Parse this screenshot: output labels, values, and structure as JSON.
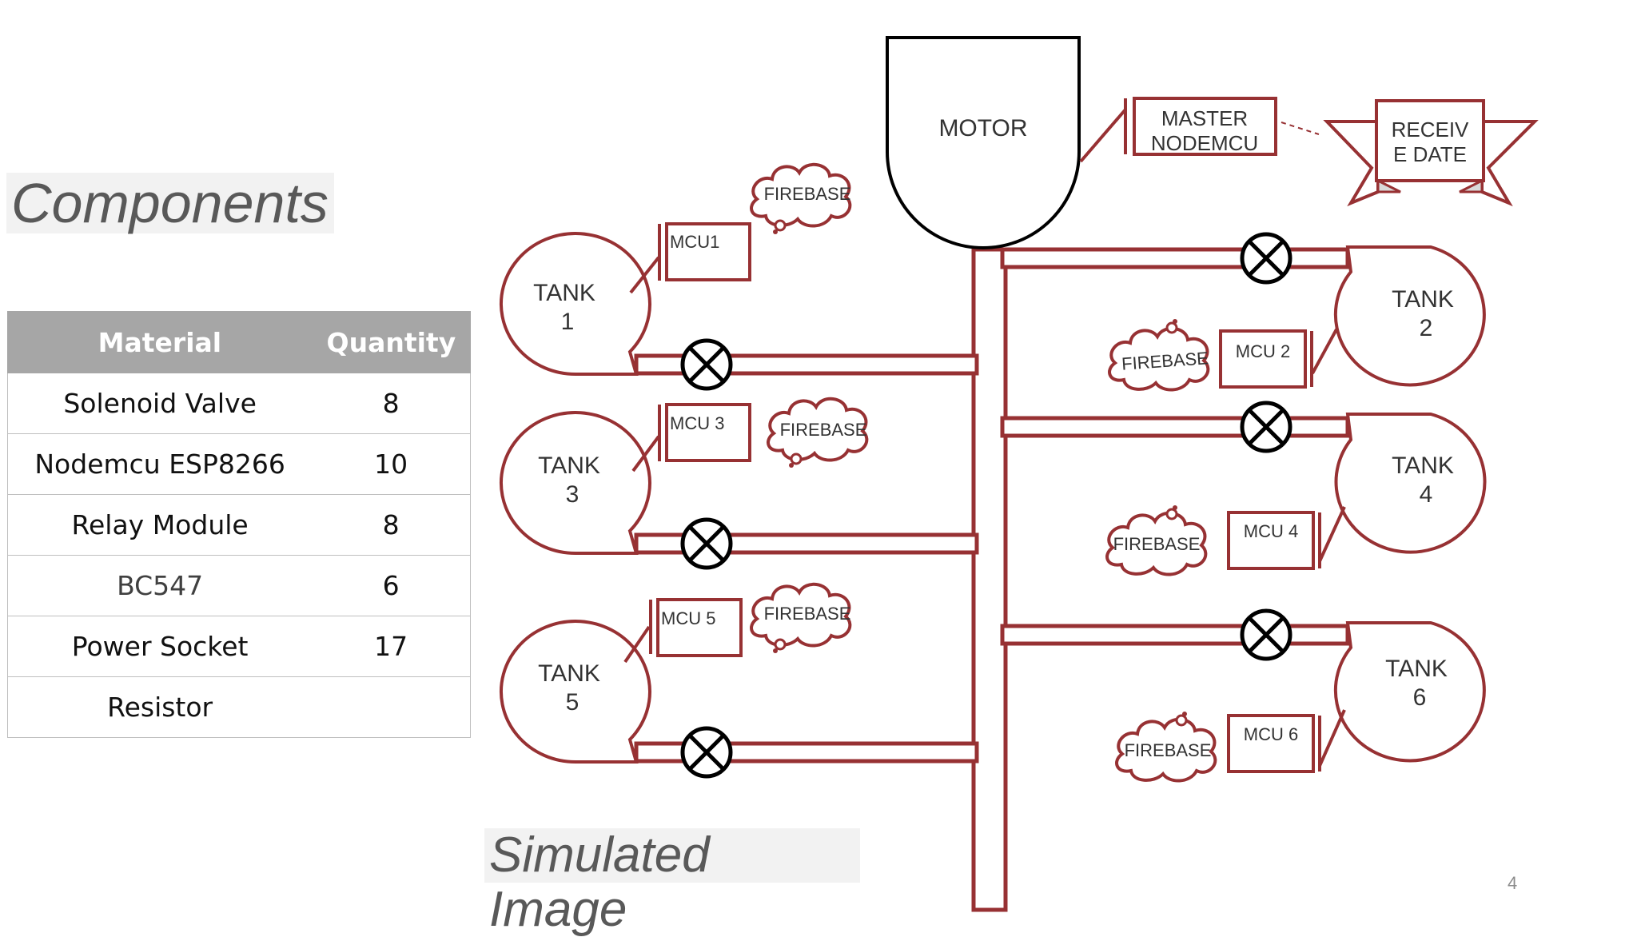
{
  "headings": {
    "components": "Components",
    "simulated": "Simulated Image"
  },
  "table": {
    "headers": [
      "Material",
      "Quantity"
    ],
    "rows": [
      {
        "material": "Solenoid Valve",
        "quantity": "8"
      },
      {
        "material": "Nodemcu ESP8266",
        "quantity": "10"
      },
      {
        "material": "Relay Module",
        "quantity": "8"
      },
      {
        "material": "BC547",
        "quantity": "6"
      },
      {
        "material": "Power Socket",
        "quantity": "17"
      },
      {
        "material": "Resistor",
        "quantity": ""
      }
    ]
  },
  "diagram": {
    "motor": "MOTOR",
    "master": [
      "MASTER",
      "NODEMCU"
    ],
    "receive": [
      "RECEIV",
      "E DATE"
    ],
    "firebase": "FIREBASE",
    "tanks": [
      {
        "name": "TANK",
        "number": "1",
        "mcu": "MCU1"
      },
      {
        "name": "TANK",
        "number": "2",
        "mcu": "MCU 2"
      },
      {
        "name": "TANK",
        "number": "3",
        "mcu": "MCU 3"
      },
      {
        "name": "TANK",
        "number": "4",
        "mcu": "MCU 4"
      },
      {
        "name": "TANK",
        "number": "5",
        "mcu": "MCU 5"
      },
      {
        "name": "TANK",
        "number": "6",
        "mcu": "MCU 6"
      }
    ]
  },
  "page_number": "4",
  "colors": {
    "pipe": "#973133",
    "valve": "#000000",
    "table_header": "#a6a6a6",
    "heading_bg": "#f2f2f2",
    "heading_text": "#595959"
  }
}
